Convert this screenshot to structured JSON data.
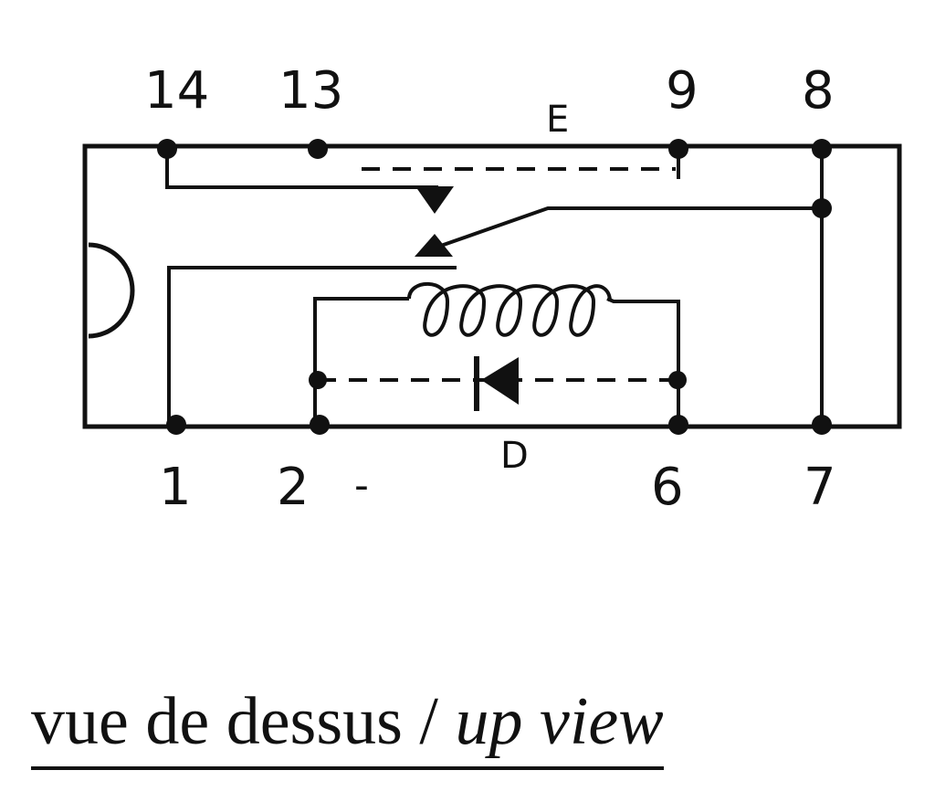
{
  "top_pins": {
    "p14": "14",
    "p13": "13",
    "p9": "9",
    "p8": "8"
  },
  "bottom_pins": {
    "p1": "1",
    "p2": "2",
    "p2_polarity": "-",
    "p6": "6",
    "p7": "7"
  },
  "components": {
    "contact_label": "E",
    "diode_label": "D"
  },
  "caption": {
    "french": "vue de dessus /",
    "english": "up view"
  }
}
